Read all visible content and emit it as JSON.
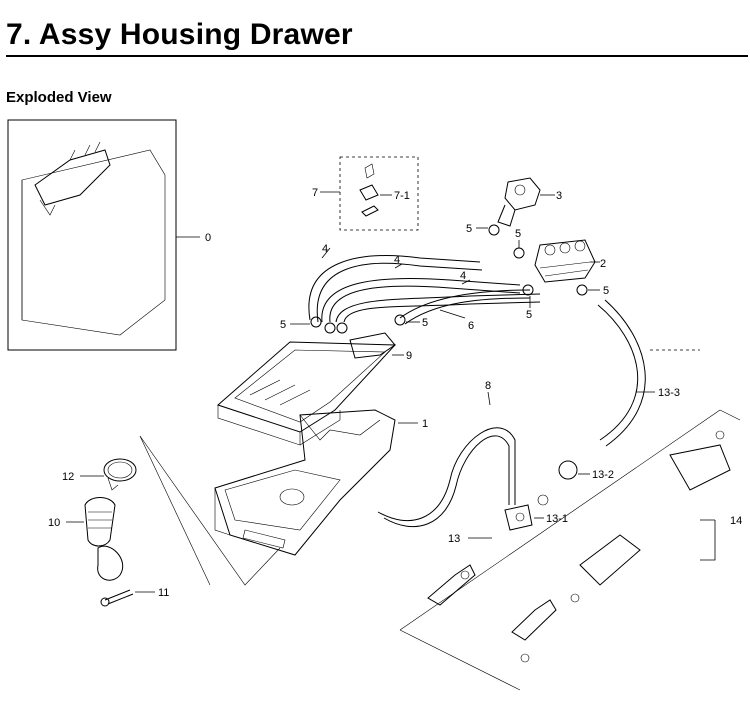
{
  "header": {
    "title": "7.  Assy Housing Drawer",
    "subtitle": "Exploded View"
  },
  "labels": {
    "l0": "0",
    "l1": "1",
    "l2": "2",
    "l3": "3",
    "l4a": "4",
    "l4b": "4",
    "l4c": "4",
    "l5a": "5",
    "l5b": "5",
    "l5c": "5",
    "l5d": "5",
    "l5e": "5",
    "l5f": "5",
    "l6": "6",
    "l7": "7",
    "l71": "7-1",
    "l8": "8",
    "l9": "9",
    "l10": "10",
    "l11": "11",
    "l12": "12",
    "l13": "13",
    "l131": "13-1",
    "l132": "13-2",
    "l133": "13-3",
    "l14": "14"
  }
}
